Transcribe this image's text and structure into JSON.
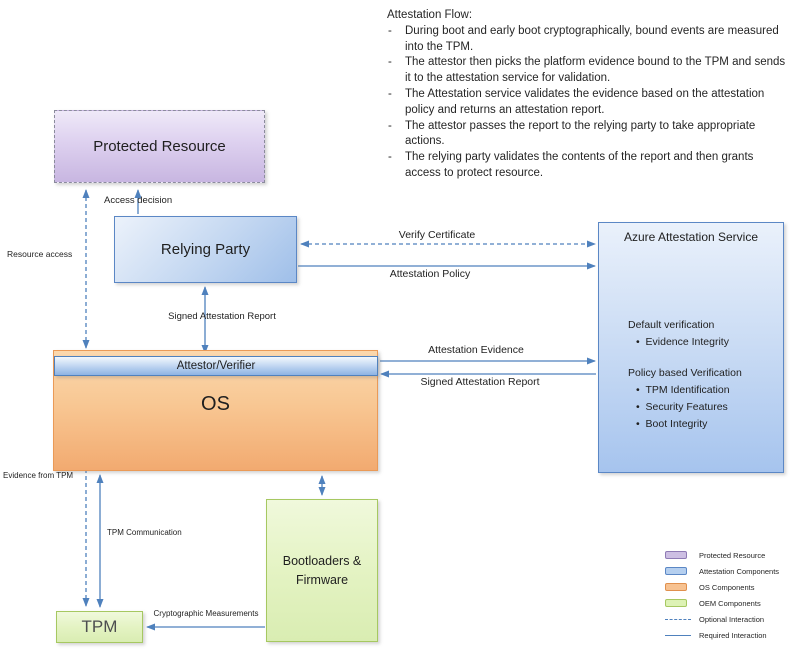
{
  "flow": {
    "title": "Attestation Flow:",
    "bullets": [
      [
        "During boot and early boot cryptographically, bound events are measured",
        "into the TPM."
      ],
      [
        "The attestor then picks the platform evidence bound to the TPM and sends",
        "it to the attestation service for validation."
      ],
      [
        "The Attestation service validates the evidence based on the attestation",
        "policy and returns an attestation report."
      ],
      [
        "The attestor passes the report to the relying party to take appropriate",
        "actions."
      ],
      [
        "The relying party validates the contents of the report and then grants",
        "access to protect resource."
      ]
    ]
  },
  "boxes": {
    "protected_resource": {
      "label": "Protected Resource"
    },
    "relying_party": {
      "label": "Relying Party"
    },
    "attestor": {
      "label": "Attestor/Verifier"
    },
    "os": {
      "label": "OS"
    },
    "bootloaders": {
      "line1": "Bootloaders &",
      "line2": "Firmware"
    },
    "tpm": {
      "label": "TPM"
    },
    "azure": {
      "title": "Azure Attestation Service",
      "default_heading": "Default verification",
      "default_items": [
        "Evidence Integrity"
      ],
      "policy_heading": "Policy based Verification",
      "policy_items": [
        "TPM Identification",
        "Security Features",
        "Boot Integrity"
      ]
    }
  },
  "arrows": {
    "access_decision": "Access decision",
    "resource_access": "Resource access",
    "signed_attestation_report_vertical": "Signed Attestation Report",
    "verify_certificate": "Verify Certificate",
    "attestation_policy": "Attestation Policy",
    "attestation_evidence": "Attestation Evidence",
    "signed_attestation_report_horizontal": "Signed Attestation Report",
    "evidence_from_tpm": "Evidence from TPM",
    "tpm_communication": "TPM Communication",
    "cryptographic_measurements": "Cryptographic Measurements"
  },
  "legend": {
    "items": [
      {
        "swatch": "box",
        "fill": "#cdbfe3",
        "border": "#8f7bb5",
        "label": "Protected Resource"
      },
      {
        "swatch": "box",
        "fill": "#b5cfef",
        "border": "#5b87c5",
        "label": "Attestation Components"
      },
      {
        "swatch": "box",
        "fill": "#f7c291",
        "border": "#e0904e",
        "label": "OS Components"
      },
      {
        "swatch": "box",
        "fill": "#ddf2b5",
        "border": "#a6c861",
        "label": "OEM Components"
      },
      {
        "swatch": "dashed",
        "color": "#4f81bd",
        "label": "Optional Interaction"
      },
      {
        "swatch": "solid",
        "color": "#4f81bd",
        "label": "Required Interaction"
      }
    ]
  },
  "colors": {
    "arrow": "#4f81bd"
  }
}
